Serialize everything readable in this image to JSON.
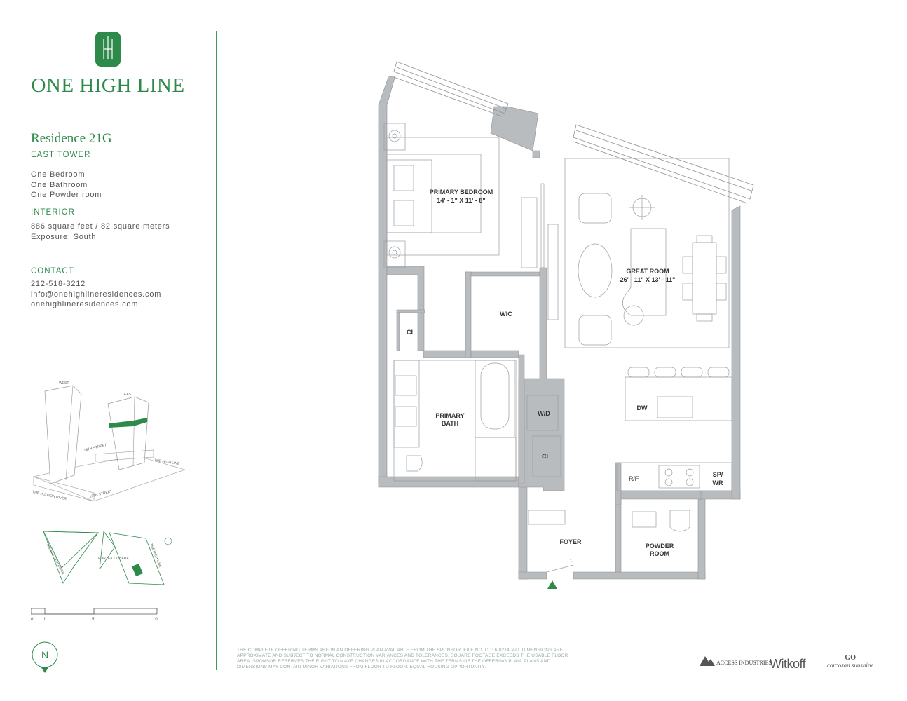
{
  "brand": {
    "name": "ONE HIGH LINE",
    "accent_color": "#2e8a4b"
  },
  "residence": {
    "title": "Residence 21G",
    "tower": "EAST TOWER",
    "rooms": [
      "One Bedroom",
      "One Bathroom",
      "One Powder room"
    ]
  },
  "interior": {
    "heading": "INTERIOR",
    "lines": [
      "886 square feet / 82 square meters",
      "Exposure: South"
    ]
  },
  "contact": {
    "heading": "CONTACT",
    "lines": [
      "212-518-3212",
      "info@onehighlineresidences.com",
      "onehighlineresidences.com"
    ]
  },
  "building_diagram": {
    "labels": [
      "WEST",
      "EAST",
      "18TH STREET",
      "THE HIGH LINE",
      "THE HUDSON RIVER",
      "17TH STREET"
    ]
  },
  "site_plan": {
    "labels": [
      "THE HUDSON RIVER",
      "PORTE-COCHERE",
      "THE HIGH LINE"
    ]
  },
  "scale_bar": {
    "ticks": [
      "0'",
      "1'",
      "5'",
      "10'"
    ]
  },
  "north_label": "N",
  "floor_plan": {
    "rooms": [
      {
        "name": "PRIMARY BEDROOM",
        "dims": "14' - 1\" X 11' - 8\""
      },
      {
        "name": "GREAT ROOM",
        "dims": "26' - 11\" X 13' - 11\""
      },
      {
        "name": "WIC"
      },
      {
        "name": "CL"
      },
      {
        "name": "PRIMARY",
        "name2": "BATH"
      },
      {
        "name": "W/D"
      },
      {
        "name": "CL"
      },
      {
        "name": "DW"
      },
      {
        "name": "R/F"
      },
      {
        "name": "SP/",
        "name2": "WR"
      },
      {
        "name": "FOYER"
      },
      {
        "name": "POWDER",
        "name2": "ROOM"
      }
    ]
  },
  "disclaimer": "THE COMPLETE OFFERING TERMS ARE IN AN OFFERING PLAN AVAILABLE FROM THE SPONSOR. FILE NO. CD16-0214. ALL DIMENSIONS ARE APPROXIMATE AND SUBJECT TO NORMAL CONSTRUCTION VARIANCES AND TOLERANCES. SQUARE FOOTAGE EXCEEDS THE USABLE FLOOR AREA. SPONSOR RESERVES THE RIGHT TO MAKE CHANGES IN ACCORDANCE WITH THE TERMS OF THE OFFERING PLAN. PLANS AND DIMENSIONS MAY CONTAIN MINOR VARIATIONS FROM FLOOR TO FLOOR. EQUAL HOUSING OPPORTUNITY.",
  "partners": {
    "access": "ACCESS INDUSTRIES",
    "witkoff": "Witkoff",
    "corcoran_mark": "GO",
    "corcoran": "corcoran sunshine"
  }
}
